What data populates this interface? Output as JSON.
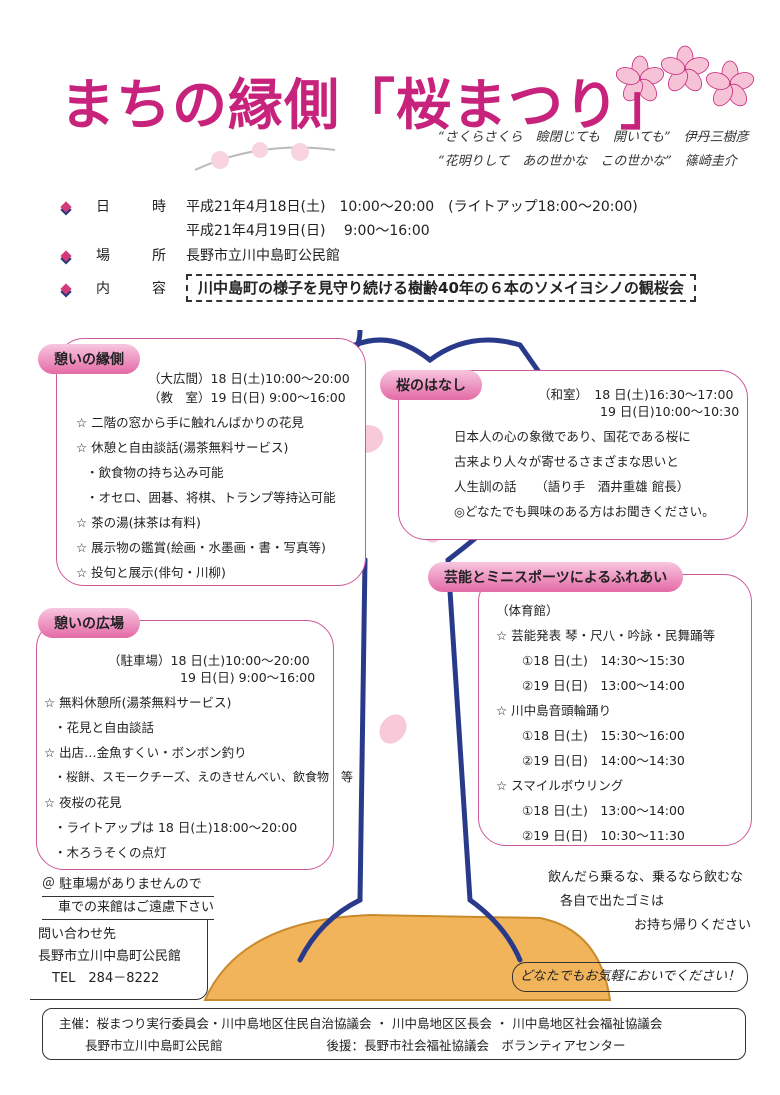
{
  "title": "まちの縁側「桜まつり」",
  "poems": [
    {
      "text": "“さくらさくら　瞼閉じても　開いても”　伊丹三樹彦"
    },
    {
      "text": "“花明りして　あの世かな　この世かな”　篠崎圭介"
    }
  ],
  "info": {
    "date_label": "日　時",
    "date_line1": "平成21年4月18日(土)　10:00～20:00　(ライトアップ18:00～20:00)",
    "date_line2": "平成21年4月19日(日)　 9:00～16:00",
    "place_label": "場　所",
    "place": "長野市立川中島町公民館",
    "content_label": "内　容",
    "content": "川中島町の様子を見守り続ける樹齢40年の６本のソメイヨシノの観桜会"
  },
  "engawa": {
    "tag": "憩いの縁側",
    "lines": [
      "（大広間）18 日(土)10:00～20:00",
      "（教　室）19 日(日) 9:00～16:00",
      "☆ 二階の窓から手に触れんばかりの花見",
      "☆ 休憩と自由談話(湯茶無料サービス)",
      "・飲食物の持ち込み可能",
      "・オセロ、囲碁、将棋、トランプ等持込可能",
      "☆ 茶の湯(抹茶は有料)",
      "☆ 展示物の鑑賞(絵画・水墨画・書・写真等)",
      "☆ 投句と展示(俳句・川柳)"
    ]
  },
  "hanashi": {
    "tag": "桜のはなし",
    "lines": [
      "（和室）　18 日(土)16:30～17:00",
      "19 日(日)10:00～10:30",
      "日本人の心の象徴であり、国花である桜に",
      "古来より人々が寄せるさまざまな思いと",
      "人生訓の話　　（語り手　酒井重雄 館長）",
      "◎どなたでも興味のある方はお聞きください。"
    ]
  },
  "hiroba": {
    "tag": "憩いの広場",
    "lines": [
      "（駐車場）18 日(土)10:00～20:00",
      "19 日(日) 9:00～16:00",
      "☆ 無料休憩所(湯茶無料サービス)",
      "・花見と自由談話",
      "☆ 出店…金魚すくい・ボンボン釣り",
      "・桜餅、スモークチーズ、えのきせんべい、飲食物　等",
      "☆ 夜桜の花見",
      "・ライトアップは 18 日(土)18:00～20:00",
      "・木ろうそくの点灯"
    ]
  },
  "geino": {
    "tag": "芸能とミニスポーツによるふれあい",
    "lines": [
      "（体育館）",
      "☆ 芸能発表 琴・尺八・吟詠・民舞踊等",
      "①18 日(土)　14:30～15:30",
      "②19 日(日)　13:00～14:00",
      "☆ 川中島音頭輪踊り",
      "①18 日(土)　15:30～16:00",
      "②19 日(日)　14:00～14:30",
      "☆ スマイルボウリング",
      "①18 日(土)　13:00～14:00",
      "②19 日(日)　10:30～11:30"
    ]
  },
  "parking": {
    "line1": "＠ 駐車場がありませんので",
    "line2": "車での来館はご遠慮下さい"
  },
  "contact": {
    "heading": "問い合わせ先",
    "name": "長野市立川中島町公民館",
    "tel": "TEL　284－8222"
  },
  "notice": {
    "line1": "飲んだら乗るな、乗るなら飲むな",
    "line2": "各自で出たゴミは",
    "line3": "お持ち帰りください"
  },
  "welcome": "どなたでもお気軽においでください！",
  "footer": {
    "line1": "主催：桜まつり実行委員会・川中島地区住民自治協議会 ・ 川中島地区区長会 ・ 川中島地区社会福祉協議会",
    "line2a": "長野市立川中島町公民館",
    "line2b": "後援：長野市社会福祉協議会　ボランティアセンター"
  },
  "colors": {
    "title": "#c8237c",
    "tag": "#e46aa6",
    "trunk": "#2a3a8a",
    "ground": "#f2b45a"
  }
}
